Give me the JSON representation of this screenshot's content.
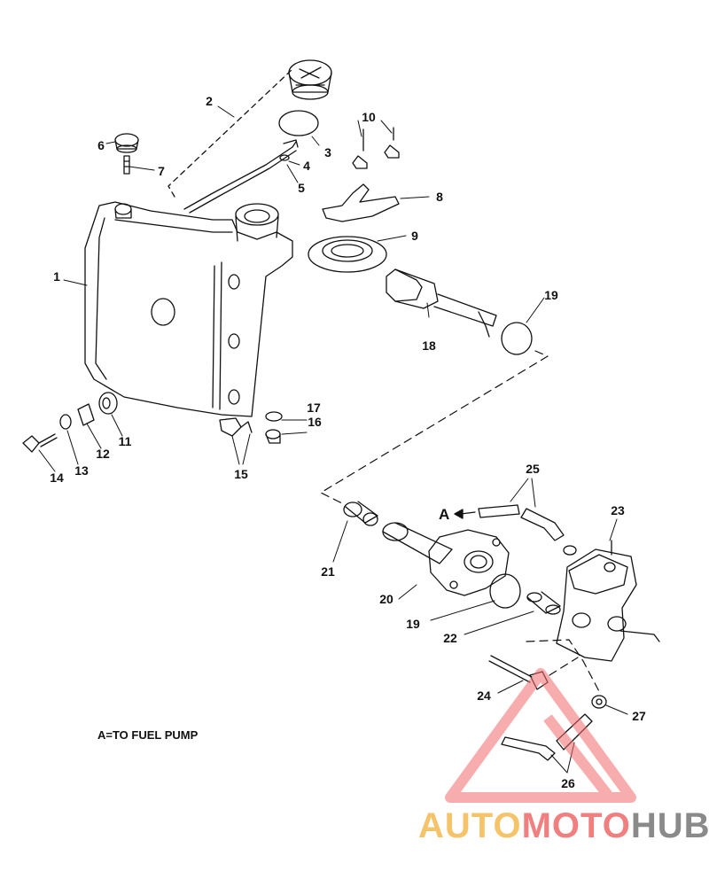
{
  "diagram": {
    "callouts": [
      {
        "id": "1",
        "label": "1"
      },
      {
        "id": "2",
        "label": "2"
      },
      {
        "id": "3",
        "label": "3"
      },
      {
        "id": "4",
        "label": "4"
      },
      {
        "id": "5",
        "label": "5"
      },
      {
        "id": "6",
        "label": "6"
      },
      {
        "id": "7",
        "label": "7"
      },
      {
        "id": "8",
        "label": "8"
      },
      {
        "id": "9",
        "label": "9"
      },
      {
        "id": "10",
        "label": "10"
      },
      {
        "id": "11",
        "label": "11"
      },
      {
        "id": "12",
        "label": "12"
      },
      {
        "id": "13",
        "label": "13"
      },
      {
        "id": "14",
        "label": "14"
      },
      {
        "id": "15",
        "label": "15"
      },
      {
        "id": "16",
        "label": "16"
      },
      {
        "id": "17",
        "label": "17"
      },
      {
        "id": "18",
        "label": "18"
      },
      {
        "id": "19a",
        "label": "19"
      },
      {
        "id": "19b",
        "label": "19"
      },
      {
        "id": "20",
        "label": "20"
      },
      {
        "id": "21",
        "label": "21"
      },
      {
        "id": "22",
        "label": "22"
      },
      {
        "id": "23",
        "label": "23"
      },
      {
        "id": "24",
        "label": "24"
      },
      {
        "id": "25",
        "label": "25"
      },
      {
        "id": "26",
        "label": "26"
      },
      {
        "id": "27",
        "label": "27"
      }
    ],
    "arrow_letter": "A",
    "legend_note": "A=TO FUEL PUMP"
  },
  "watermark": {
    "part1": "AUTO",
    "part2": "MOTO",
    "part3": "HUB",
    "colors": {
      "auto": "#f5c46a",
      "moto": "#f08080",
      "hub": "#8a8a8a",
      "triangle": "#f26b6b"
    }
  }
}
